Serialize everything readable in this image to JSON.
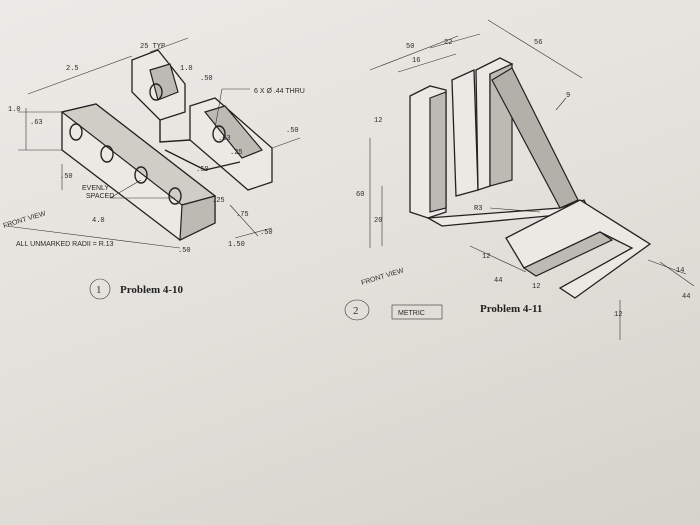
{
  "problem1": {
    "caption": "Problem 4-10",
    "circled_number": "1",
    "front_view": "FRONT VIEW",
    "note": "ALL UNMARKED RADII = R.13",
    "holes_note": "6 X Ø .44 THRU",
    "evenly_spaced": [
      "EVENLY",
      "SPACED"
    ],
    "dims": {
      "typ": "25 TYP",
      "d2_5": "2.5",
      "d1_0_top": "1.0",
      "d1_0_left": "1.0",
      "d_50_top": ".50",
      "d_63_left": ".63",
      "d_50_right": ".50",
      "d_25_slot": ".25",
      "d_63_slot": ".63",
      "d_50_slot": ".50",
      "d_25_low": ".25",
      "d_75": ".75",
      "d_50_low_right": ".50",
      "d_50_left": ".50",
      "d4_0": "4.0",
      "d_50_bottom": ".50",
      "d1_50": "1.50"
    }
  },
  "problem2": {
    "caption": "Problem 4-11",
    "circled_number": "2",
    "front_view": "FRONT VIEW",
    "metric": "METRIC",
    "dims": {
      "d50": "50",
      "d16": "16",
      "d22": "22",
      "d56": "56",
      "d9": "9",
      "d12_left": "12",
      "d60": "60",
      "d20": "20",
      "r3": "R3",
      "d12_a": "12",
      "d44_a": "44",
      "d12_b": "12",
      "d14": "14",
      "d44_b": "44",
      "d12_c": "12"
    }
  }
}
